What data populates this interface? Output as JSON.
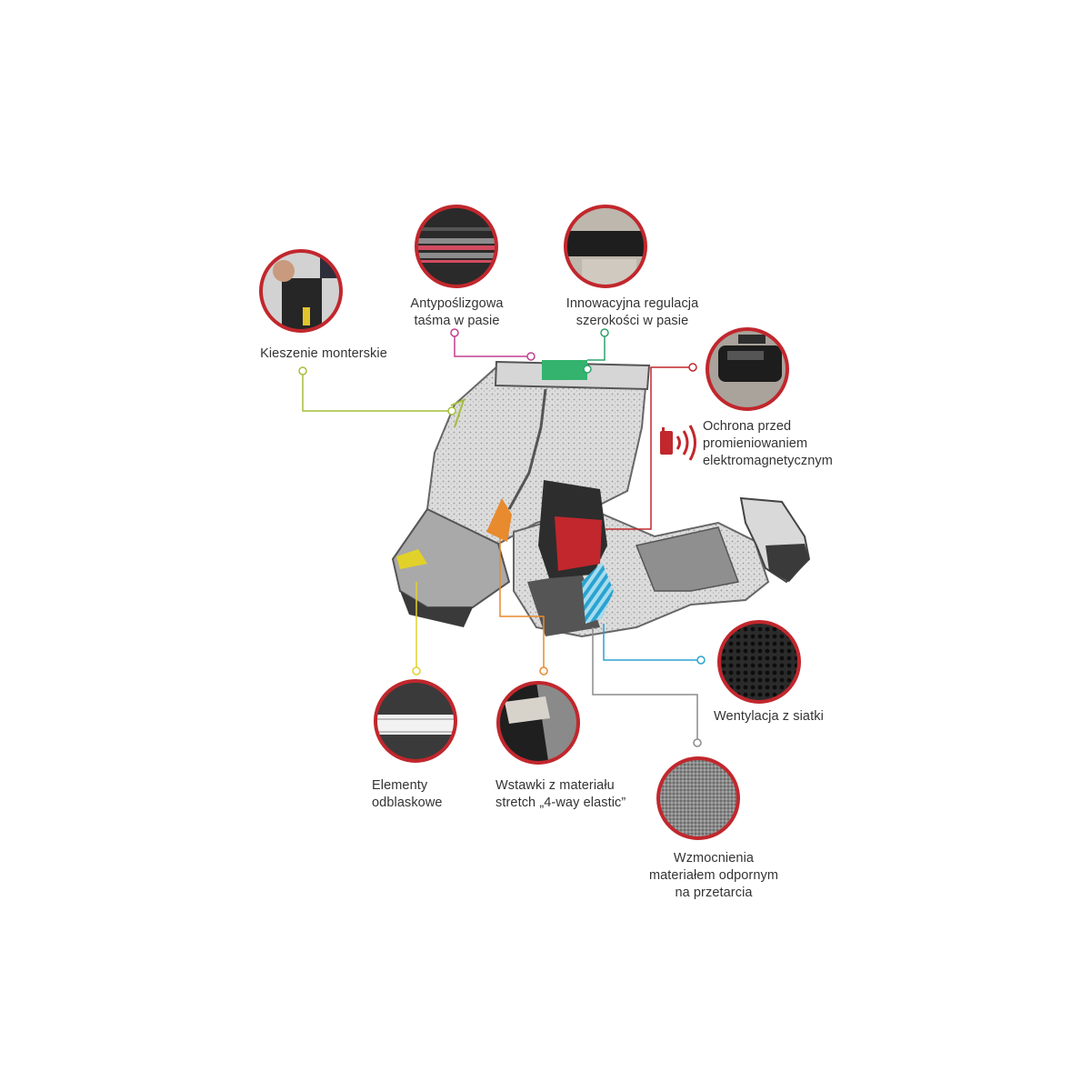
{
  "features": {
    "pockets": {
      "lines": [
        "Kieszenie monterskie"
      ],
      "icon": "tool-pocket-photo-icon",
      "color": "#a4be3c"
    },
    "waistband": {
      "lines": [
        "Antypoślizgowa",
        "taśma w pasie"
      ],
      "icon": "waistband-tape-photo-icon",
      "color": "#c0408f"
    },
    "waist_adjust": {
      "lines": [
        "Innowacyjna regulacja",
        "szerokości w pasie"
      ],
      "icon": "waist-adjuster-photo-icon",
      "color": "#2fa36b"
    },
    "emf": {
      "lines": [
        "Ochrona przed",
        "promieniowaniem",
        "elektromagnetycznym"
      ],
      "icon": "phone-signal-icon",
      "color": "#c1272d"
    },
    "reflective": {
      "lines": [
        "Elementy",
        "odblaskowe"
      ],
      "icon": "reflective-strip-photo-icon",
      "color": "#e2d12a"
    },
    "stretch": {
      "lines": [
        "Wstawki z materiału",
        "stretch „4-way elastic”"
      ],
      "icon": "stretch-insert-photo-icon",
      "color": "#e88a2e"
    },
    "ventilation": {
      "lines": [
        "Wentylacja z siatki"
      ],
      "icon": "mesh-photo-icon",
      "color": "#2aa3d0"
    },
    "reinforcement": {
      "lines": [
        "Wzmocnienia",
        "materiałem odpornym",
        "na przetarcia"
      ],
      "icon": "abrasion-fabric-photo-icon",
      "color": "#8c8c8c"
    }
  },
  "colors": {
    "ring": "#c1272d",
    "pants": "#b9b9b9",
    "pants_dark": "#4a4a4a"
  }
}
